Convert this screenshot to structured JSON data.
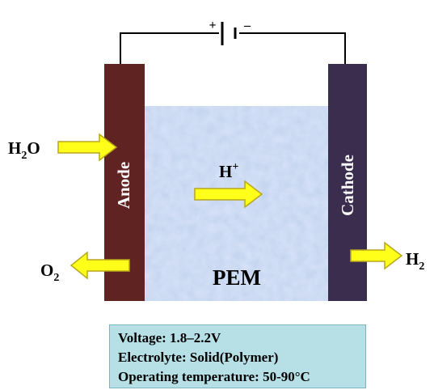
{
  "battery": {
    "plus": "+",
    "minus": "–"
  },
  "electrodes": {
    "anode": "Anode",
    "cathode": "Cathode"
  },
  "membrane": {
    "label": "PEM"
  },
  "flows": {
    "water_in": {
      "main": "H",
      "sub": "2",
      "tail": "O"
    },
    "oxygen_out": {
      "main": "O",
      "sub": "2"
    },
    "proton": {
      "main": "H",
      "sup": "+"
    },
    "hydrogen_out": {
      "main": "H",
      "sub": "2"
    }
  },
  "info": {
    "voltage": "Voltage: 1.8–2.2V",
    "electrolyte": "Electrolyte: Solid(Polymer)",
    "temperature": "Operating temperature: 50-90°C"
  },
  "colors": {
    "anode": "#5f2322",
    "cathode": "#3a2d4e",
    "membrane": "#c7d6f0",
    "arrow_fill": "#ffff1a",
    "arrow_stroke": "#b9a51e",
    "info_bg": "#b7dfe6"
  }
}
